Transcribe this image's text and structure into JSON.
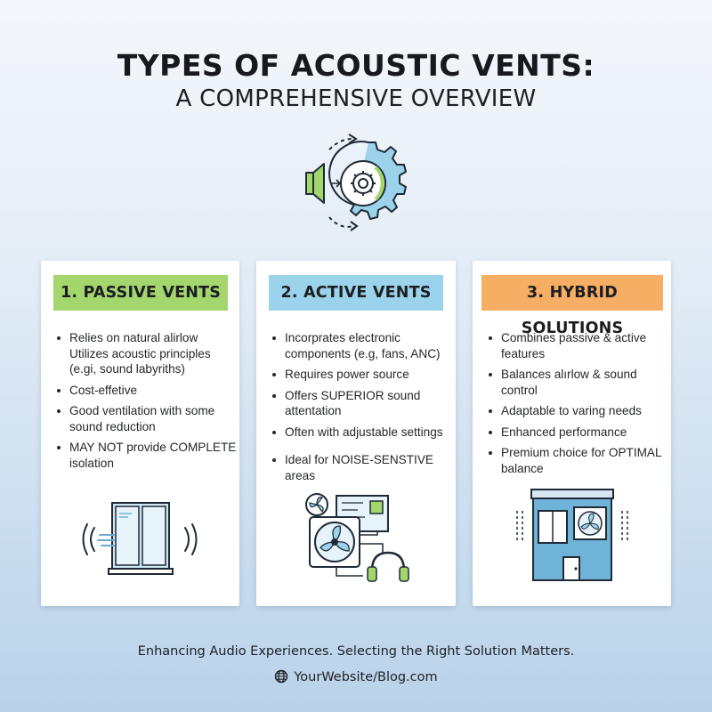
{
  "header": {
    "title": "TYPES OF ACOUSTIC VENTS:",
    "subtitle": "A COMPREHENSIVE OVERVIEW"
  },
  "hero": {
    "icon": "speaker-gear-cycle-icon"
  },
  "cards": [
    {
      "heading": "1. PASSIVE VENTS",
      "accent": "#a4d66e",
      "points": [
        "Relies on natural alirlow\nUtilizes acoustic principles\n(e.gi, sound labyriths)",
        "Cost-effetive",
        "Good ventilation with some sound reduction",
        "MAY NOT provide COMPLETE isolation"
      ],
      "illustration": "window-sound-icon"
    },
    {
      "heading": "2. ACTIVE VENTS",
      "accent": "#9bd3ec",
      "points": [
        "Incorprates electronic components (e.g, fans, ANC)",
        "Requires power source",
        "Offers SUPERIOR sound attentation",
        "Often with adjustable settings",
        "Ideal for NOISE-SENSTIVE areas"
      ],
      "illustration": "fan-electronics-headphones-icon"
    },
    {
      "heading": "3. HYBRID SOLUTIONS",
      "accent": "#f6ad64",
      "points": [
        "Combines passive & active features",
        "Balances alırlow & sound control",
        "Adaptable to varing needs",
        "Enhanced performance",
        "Premium choice for OPTIMAL balance"
      ],
      "illustration": "building-fan-icon"
    }
  ],
  "footer": {
    "tagline": "Enhancing Audio Experiences. Selecting the Right Solution Matters.",
    "website": "YourWebsite/Blog.com",
    "website_icon": "globe-icon"
  }
}
